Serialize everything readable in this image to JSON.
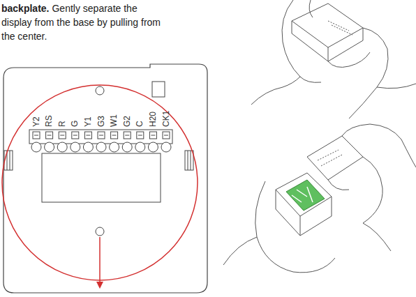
{
  "diagram": {
    "labels": [
      "backplate.",
      "Gently separate the display from the base by pulling from the center.",
      "Y2",
      "RS",
      "R",
      "G",
      "Y1",
      "G3",
      "W1",
      "G2",
      "C",
      "H20",
      "CK1"
    ]
  }
}
